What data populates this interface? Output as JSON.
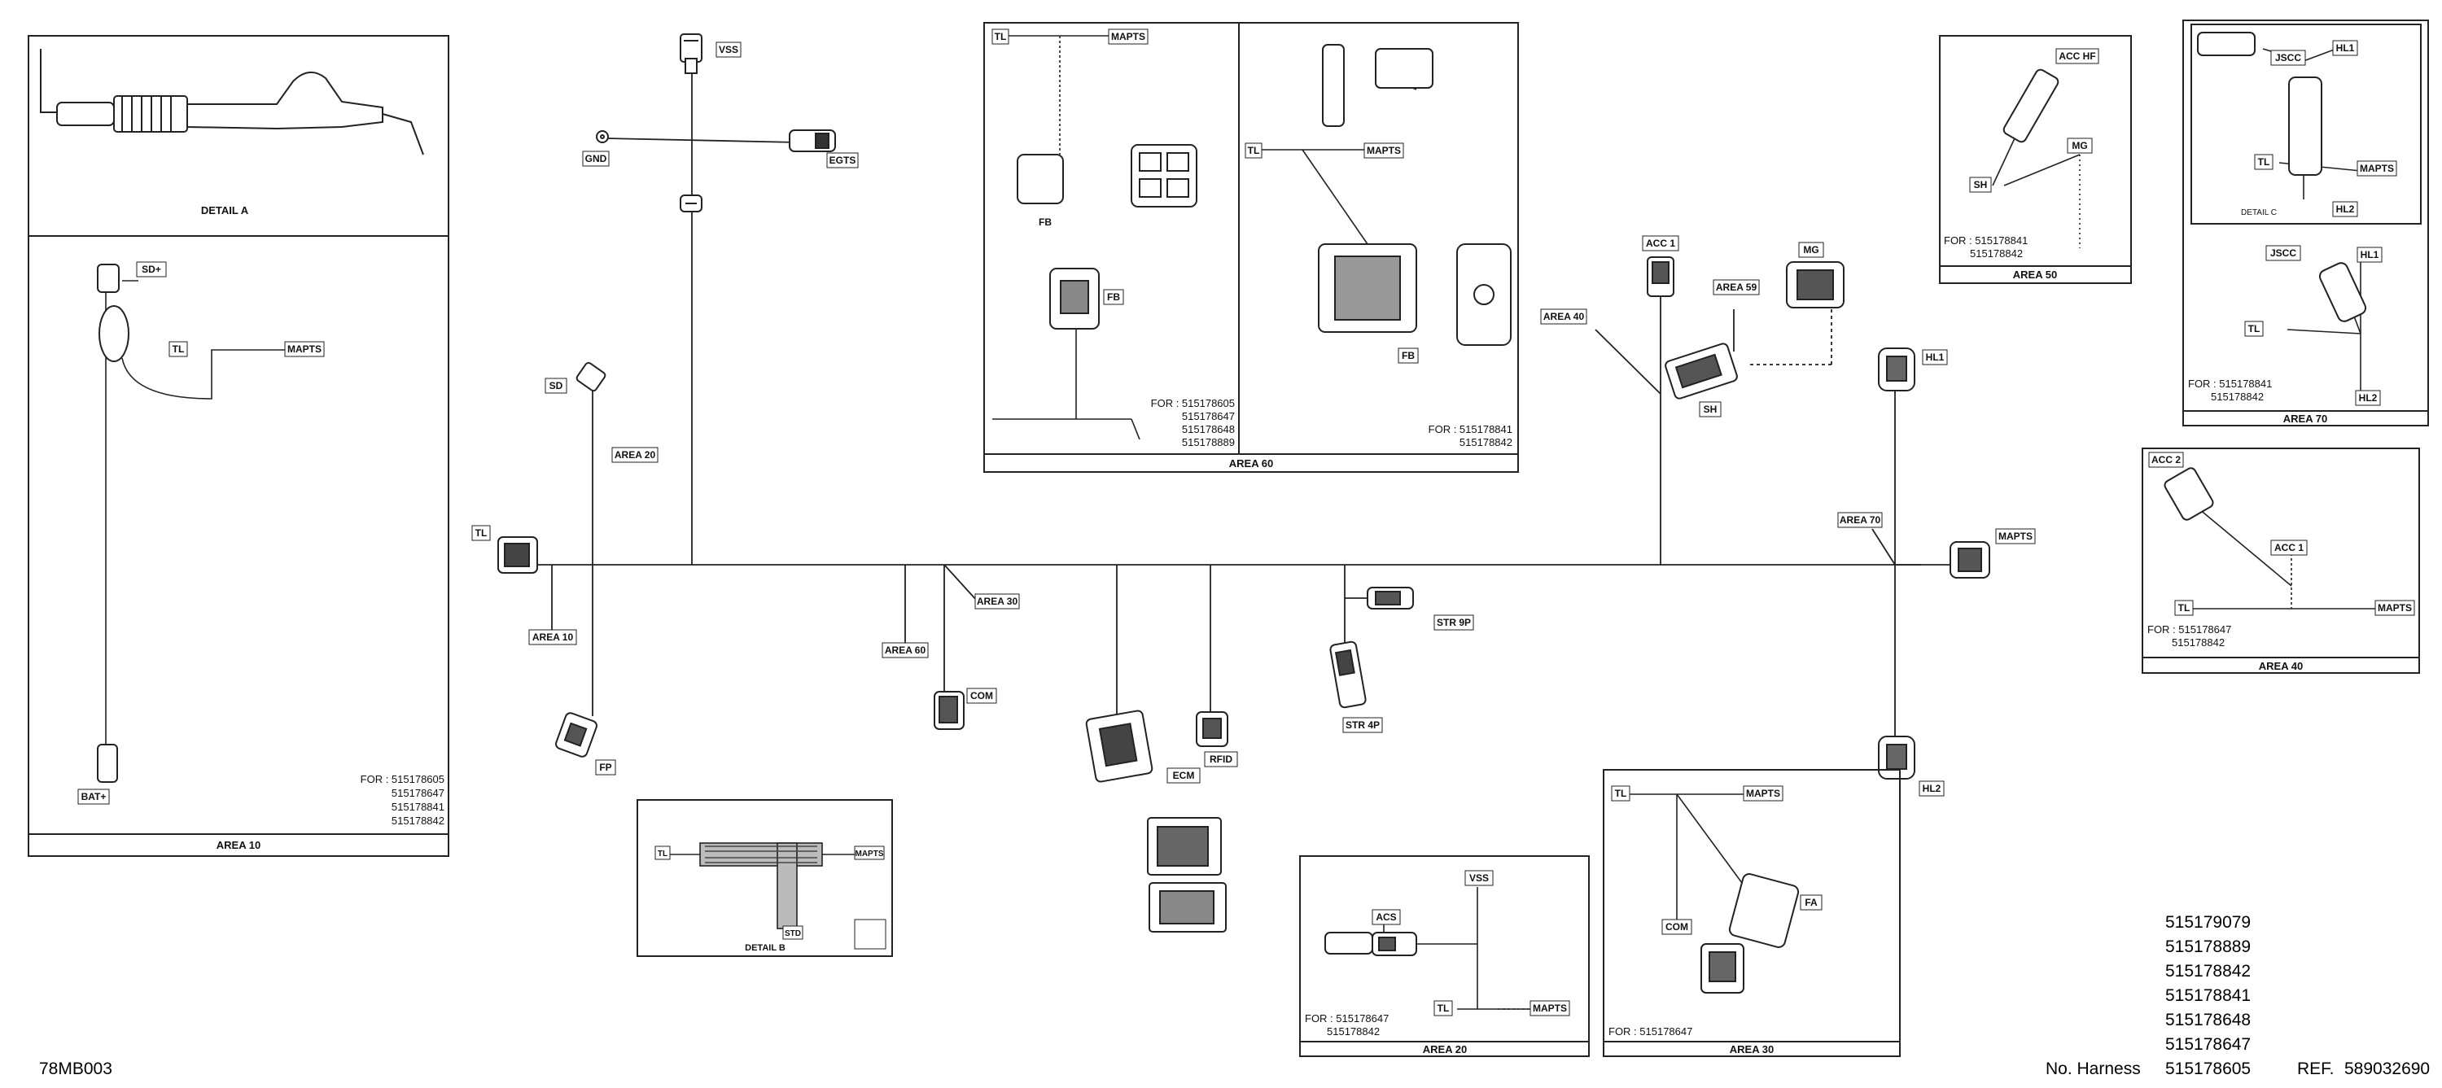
{
  "footer": {
    "drawing_id": "78MB003",
    "no_harness_label": "No. Harness",
    "ref_label": "REF.",
    "ref_number": "589032690",
    "harness_numbers": [
      "515179079",
      "515178889",
      "515178842",
      "515178841",
      "515178648",
      "515178647",
      "515178605"
    ]
  },
  "main_harness": {
    "connectors": {
      "vss": "VSS",
      "gnd": "GND",
      "egts": "EGTS",
      "sd": "SD",
      "tl": "TL",
      "fp": "FP",
      "com": "COM",
      "ecm": "ECM",
      "rfid": "RFID",
      "str9p": "STR 9P",
      "str4p": "STR 4P",
      "acc1": "ACC 1",
      "area59": "AREA 59",
      "mg": "MG",
      "sh": "SH",
      "hl1": "HL1",
      "hl2": "HL2",
      "mapts": "MAPTS"
    },
    "area_tags": {
      "a20": "AREA 20",
      "a10": "AREA 10",
      "a60": "AREA 60",
      "a30": "AREA 30",
      "a40": "AREA 40",
      "a70": "AREA 70"
    }
  },
  "panels": {
    "detail_a": {
      "title": "DETAIL A"
    },
    "area10": {
      "title": "AREA 10",
      "sd_plus": "SD+",
      "tl": "TL",
      "mapts": "MAPTS",
      "bat_plus": "BAT+",
      "for_label": "FOR : 515178605",
      "part_numbers": [
        "515178647",
        "515178841",
        "515178842"
      ]
    },
    "detail_b": {
      "title": "DETAIL B",
      "tl": "TL",
      "mapts": "MAPTS",
      "std": "STD"
    },
    "area60": {
      "title": "AREA 60",
      "left": {
        "tl": "TL",
        "mapts": "MAPTS",
        "fb_top": "FB",
        "fb_mid": "FB",
        "for_label": "FOR : 515178605",
        "part_numbers": [
          "515178647",
          "515178648",
          "515178889"
        ]
      },
      "right": {
        "tl": "TL",
        "mapts": "MAPTS",
        "fb": "FB",
        "for_label": "FOR : 515178841",
        "part_numbers": [
          "515178842"
        ]
      }
    },
    "area50": {
      "title": "AREA 50",
      "acc_hf": "ACC HF",
      "mg": "MG",
      "sh": "SH",
      "for_label": "FOR : 515178841",
      "part_numbers": [
        "515178842"
      ]
    },
    "area70": {
      "title": "AREA 70",
      "detail_c": "DETAIL C",
      "top": {
        "jscc": "JSCC",
        "hl1": "HL1",
        "tl": "TL",
        "mapts": "MAPTS",
        "hl2": "HL2"
      },
      "bottom": {
        "jscc": "JSCC",
        "hl1": "HL1",
        "tl": "TL",
        "hl2": "HL2"
      },
      "for_label": "FOR : 515178841",
      "part_numbers": [
        "515178842"
      ]
    },
    "area40": {
      "title": "AREA 40",
      "acc2": "ACC 2",
      "acc1": "ACC 1",
      "tl": "TL",
      "mapts": "MAPTS",
      "for_label": "FOR : 515178647",
      "part_numbers": [
        "515178842"
      ]
    },
    "area20": {
      "title": "AREA 20",
      "vss": "VSS",
      "acs": "ACS",
      "tl": "TL",
      "mapts": "MAPTS",
      "for_label": "FOR : 515178647",
      "part_numbers": [
        "515178842"
      ]
    },
    "area30": {
      "title": "AREA 30",
      "tl": "TL",
      "mapts": "MAPTS",
      "com": "COM",
      "fa": "FA",
      "for_label": "FOR : 515178647"
    }
  }
}
